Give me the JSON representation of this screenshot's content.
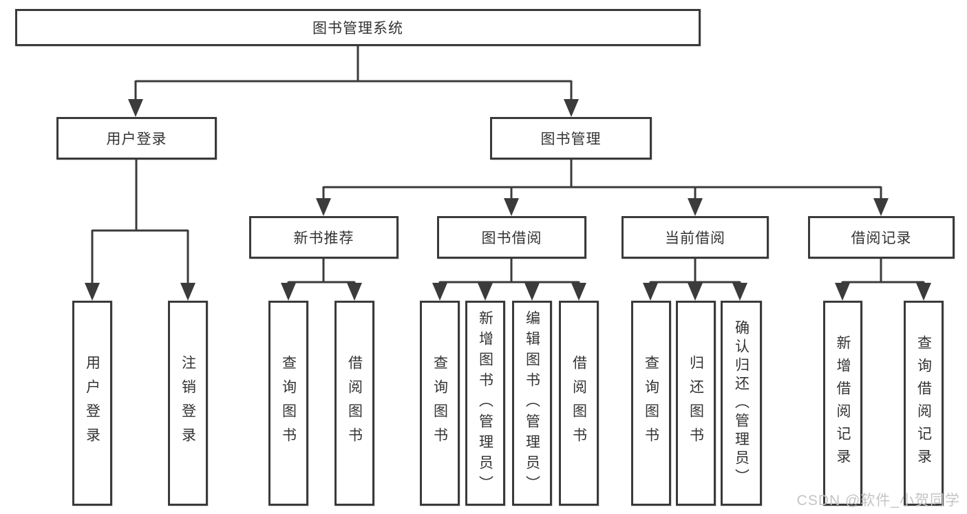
{
  "diagram": {
    "type": "hierarchy-tree",
    "direction": "top-down"
  },
  "colors": {
    "background": "#ffffff",
    "box_border": "#3a3a3a",
    "connector": "#3b3b3b",
    "text": "#333333",
    "watermark_text": "#c4c4c4"
  },
  "nodes": {
    "root": {
      "label": "图书管理系统"
    },
    "user_login_group": {
      "label": "用户登录"
    },
    "book_mgmt_group": {
      "label": "图书管理"
    },
    "user_login": {
      "label": "用户登录"
    },
    "logout": {
      "label": "注销登录"
    },
    "new_book_rec": {
      "label": "新书推荐"
    },
    "book_borrow": {
      "label": "图书借阅"
    },
    "current_borrow": {
      "label": "当前借阅"
    },
    "borrow_records": {
      "label": "借阅记录"
    },
    "rec_query_books": {
      "label": "查询图书"
    },
    "rec_borrow_books": {
      "label": "借阅图书"
    },
    "bb_query_books": {
      "label": "查询图书"
    },
    "bb_add_books": {
      "label": "新增图书（管理员）"
    },
    "bb_edit_books": {
      "label": "编辑图书（管理员）"
    },
    "bb_borrow_books": {
      "label": "借阅图书"
    },
    "cb_query_books": {
      "label": "查询图书"
    },
    "cb_return_books": {
      "label": "归还图书"
    },
    "cb_confirm_return": {
      "label": "确认归还（管理员）"
    },
    "br_add_record": {
      "label": "新增借阅记录"
    },
    "br_query_record": {
      "label": "查询借阅记录"
    }
  },
  "edges": [
    [
      "root",
      "user_login_group"
    ],
    [
      "root",
      "book_mgmt_group"
    ],
    [
      "user_login_group",
      "user_login"
    ],
    [
      "user_login_group",
      "logout"
    ],
    [
      "book_mgmt_group",
      "new_book_rec"
    ],
    [
      "book_mgmt_group",
      "book_borrow"
    ],
    [
      "book_mgmt_group",
      "current_borrow"
    ],
    [
      "book_mgmt_group",
      "borrow_records"
    ],
    [
      "new_book_rec",
      "rec_query_books"
    ],
    [
      "new_book_rec",
      "rec_borrow_books"
    ],
    [
      "book_borrow",
      "bb_query_books"
    ],
    [
      "book_borrow",
      "bb_add_books"
    ],
    [
      "book_borrow",
      "bb_edit_books"
    ],
    [
      "book_borrow",
      "bb_borrow_books"
    ],
    [
      "current_borrow",
      "cb_query_books"
    ],
    [
      "current_borrow",
      "cb_return_books"
    ],
    [
      "current_borrow",
      "cb_confirm_return"
    ],
    [
      "borrow_records",
      "br_add_record"
    ],
    [
      "borrow_records",
      "br_query_record"
    ]
  ],
  "watermark": {
    "text": "CSDN @软件_小贺同学"
  }
}
